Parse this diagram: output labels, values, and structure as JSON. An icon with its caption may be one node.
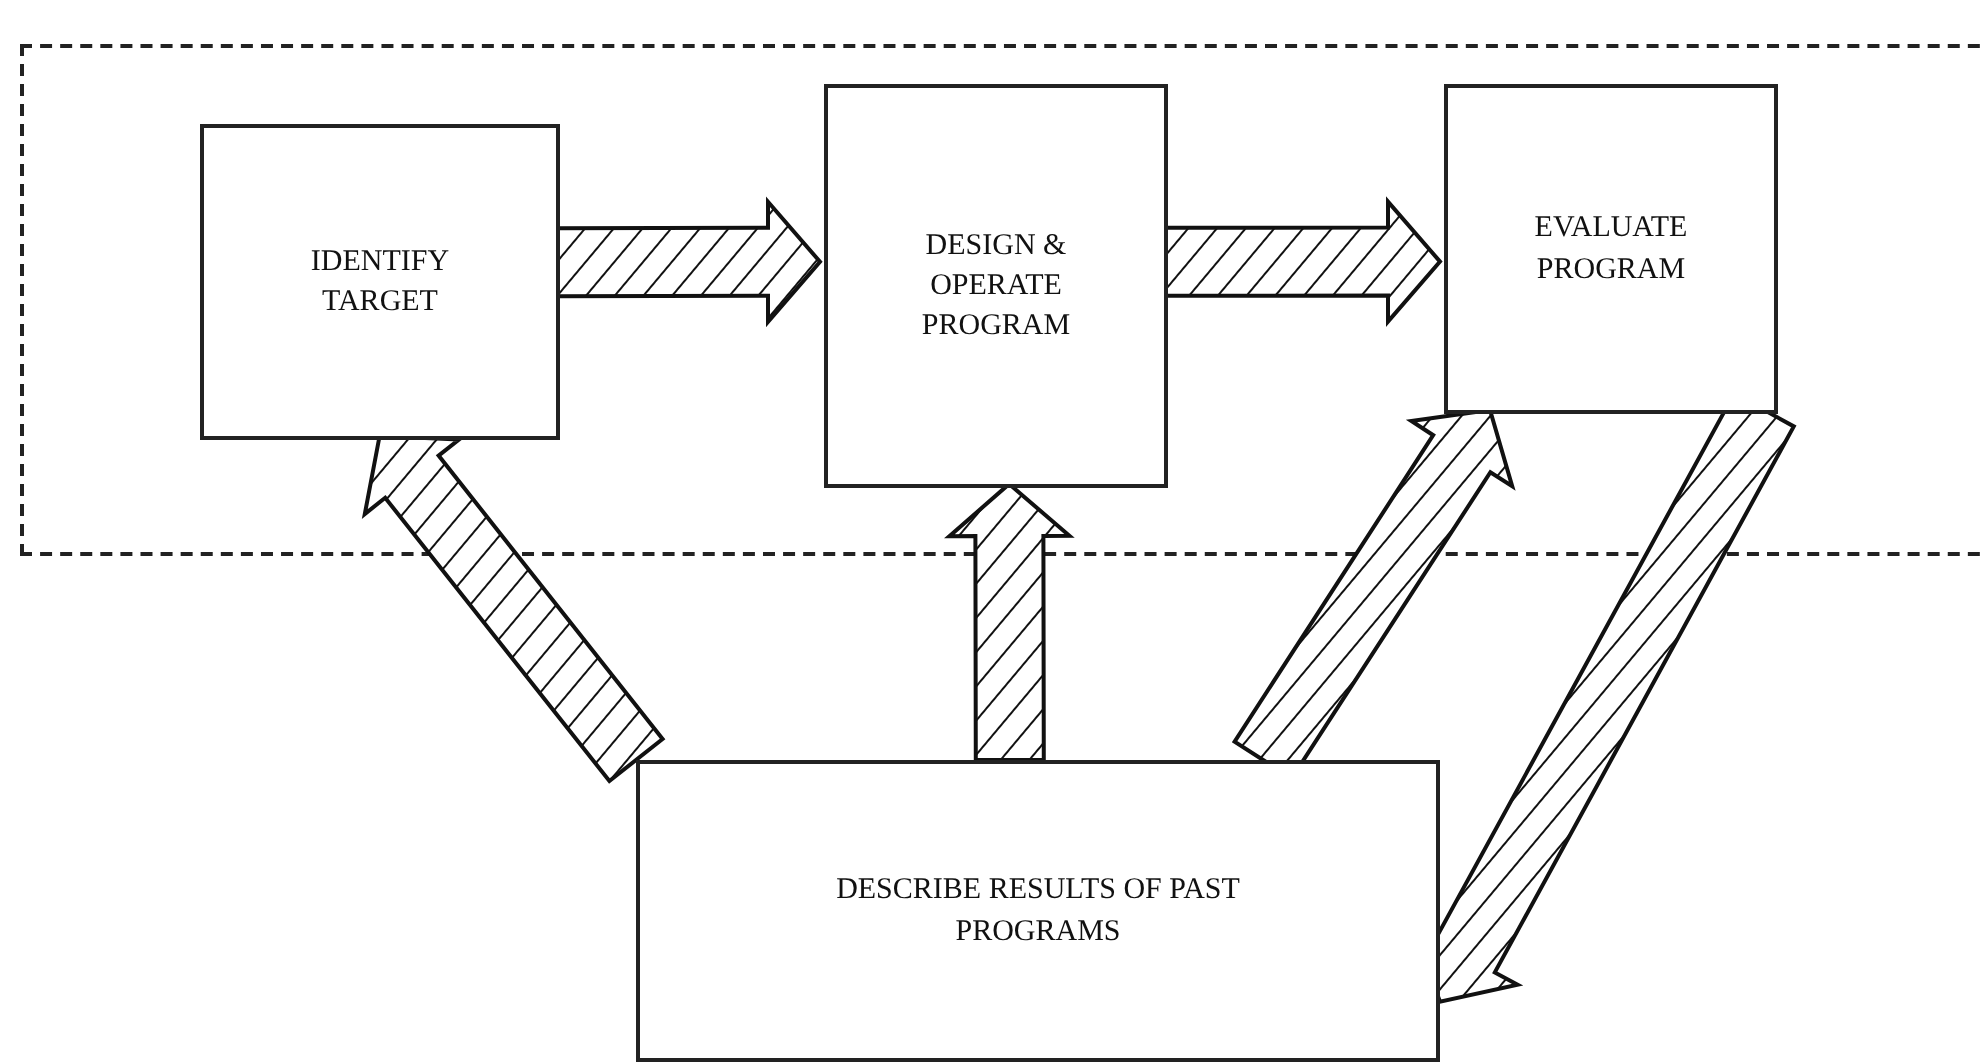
{
  "diagram": {
    "nodes": [
      {
        "text": [],
        "shape": "box"
      },
      {
        "text": [
          "IDENTIFY TARGET"
        ],
        "in": 0
      },
      {
        "text": [
          "DESIGN & OPERATE PROGRAM"
        ],
        "in": 0
      },
      {
        "text": [
          "EVALUATE PROGRAM"
        ],
        "in": 0
      },
      {
        "text": [
          "DESCRIBE RESULTS OF PAST PROGRAMS"
        ]
      }
    ],
    "edges": [
      {
        "from": 1,
        "to": 2,
        "arrow": "to",
        "style": "thick"
      },
      {
        "from": 2,
        "to": 3,
        "arrow": "to",
        "style": "thick"
      },
      {
        "from": 4,
        "to": 1,
        "arrow": "to",
        "style": "thick"
      },
      {
        "from": 4,
        "to": 2,
        "arrow": "to",
        "style": "thick"
      },
      {
        "from": 4,
        "to": 3,
        "arrow": "to",
        "style": "thick"
      },
      {
        "from": 3,
        "to": 4,
        "arrow": "to",
        "style": "thick"
      }
    ]
  }
}
